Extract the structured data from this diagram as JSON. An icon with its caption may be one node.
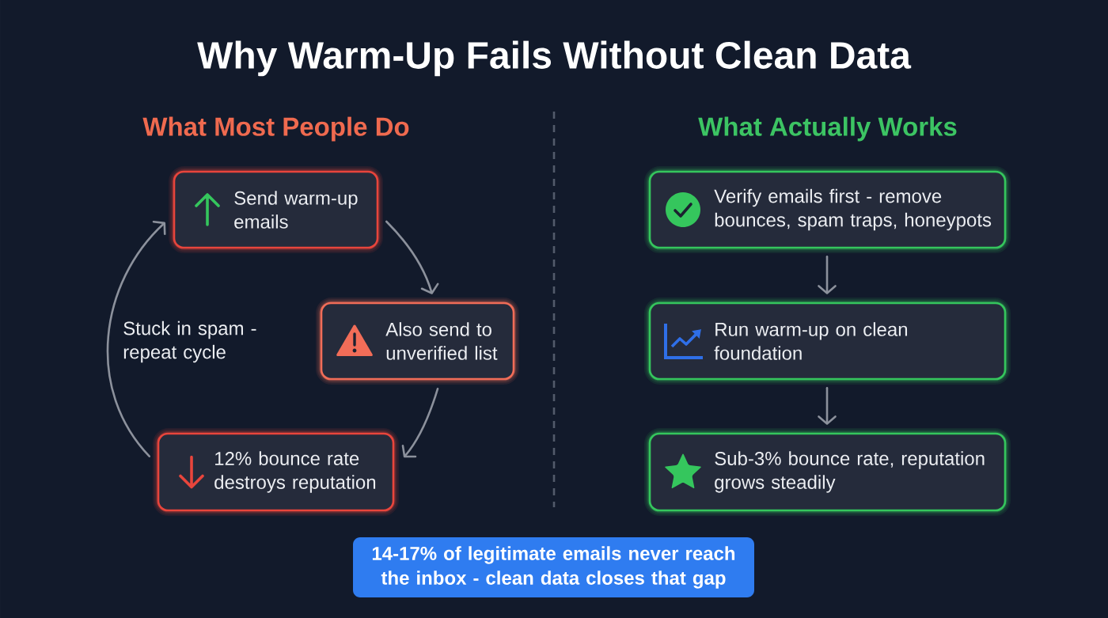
{
  "diagram": {
    "title": "Why Warm-Up Fails Without Clean Data",
    "nodes": [
      {
        "text": [
          "Send warm-up emails"
        ]
      },
      {
        "text": [
          "Also send to unverified list"
        ]
      },
      {
        "text": [
          "12% bounce rate destroys reputation"
        ]
      },
      {
        "text": [
          "Verify emails first - remove bounces, spam traps, honeypots"
        ]
      },
      {
        "text": [
          "Run warm-up on clean foundation"
        ]
      },
      {
        "text": [
          "Sub-3% bounce rate, reputation grows steadily"
        ]
      },
      {
        "text": [
          "14-17% of legitimate emails never reach the inbox - clean data closes that gap"
        ]
      }
    ],
    "edges": [
      {
        "from": 0,
        "to": 1,
        "arrow": "to"
      },
      {
        "from": 1,
        "to": 2,
        "arrow": "to"
      },
      {
        "from": 2,
        "to": 0,
        "arrow": "to",
        "label": "Stuck in spam - repeat cycle"
      },
      {
        "from": 3,
        "to": 4,
        "arrow": "to"
      },
      {
        "from": 4,
        "to": 5,
        "arrow": "to"
      }
    ],
    "labels": [
      "What Most People Do",
      "What Actually Works"
    ]
  }
}
